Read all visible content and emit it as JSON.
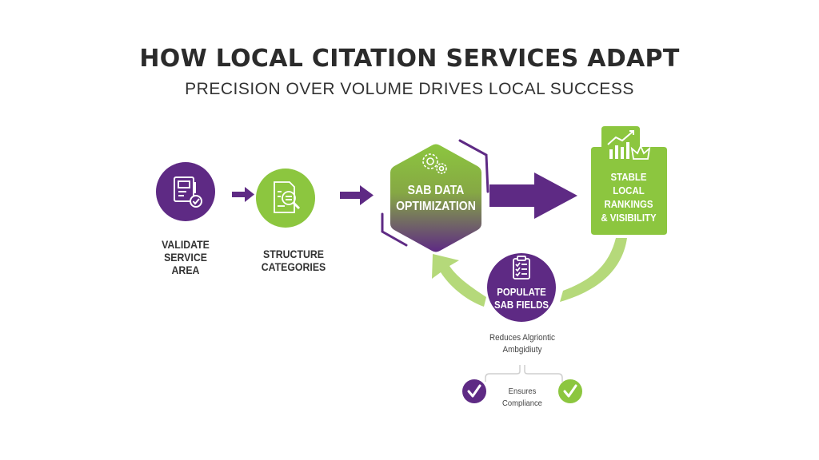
{
  "header": {
    "title": "HOW LOCAL CITATION SERVICES ADAPT",
    "subtitle": "PRECISION OVER VOLUME DRIVES LOCAL SUCCESS"
  },
  "colors": {
    "purple": "#5e2a84",
    "green": "#8cc63f",
    "light_green": "#b5d97a",
    "text_dark": "#2b2b2b"
  },
  "steps": [
    {
      "label_line1": "VALIDATE",
      "label_line2": "SERVICE AREA",
      "icon": "document-check-icon",
      "color": "purple"
    },
    {
      "label_line1": "STRUCTURE",
      "label_line2": "CATEGORIES",
      "icon": "document-search-icon",
      "color": "green"
    },
    {
      "label_line1": "SAB DATA",
      "label_line2": "OPTIMIZATION",
      "icon": "gears-icon",
      "shape": "hexagon"
    },
    {
      "label_line1": "STABLE",
      "label_line2": "LOCAL",
      "label_line3": "RANKINGS",
      "label_line4": "& VISIBILITY",
      "icon": "chart-crown-icon",
      "color": "green"
    }
  ],
  "loop_step": {
    "label_line1": "POPULATE",
    "label_line2": "SAB FIELDS",
    "icon": "clipboard-checklist-icon"
  },
  "outcomes": {
    "primary_line1": "Reduces Algriontic",
    "primary_line2": "Ambgidiuty",
    "secondary": "Ensures Compliance"
  }
}
